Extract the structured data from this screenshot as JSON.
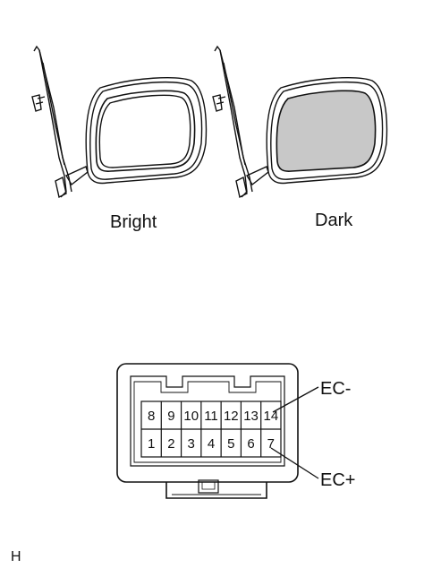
{
  "mirrors": {
    "bright_label": "Bright",
    "dark_label": "Dark",
    "dark_glass_color": "#c8c8c8"
  },
  "connector": {
    "top_row_pins": [
      "8",
      "9",
      "10",
      "11",
      "12",
      "13",
      "14"
    ],
    "bottom_row_pins": [
      "1",
      "2",
      "3",
      "4",
      "5",
      "6",
      "7"
    ],
    "callout_minus": "EC-",
    "callout_plus": "EC+"
  },
  "footer": {
    "code": "H"
  }
}
